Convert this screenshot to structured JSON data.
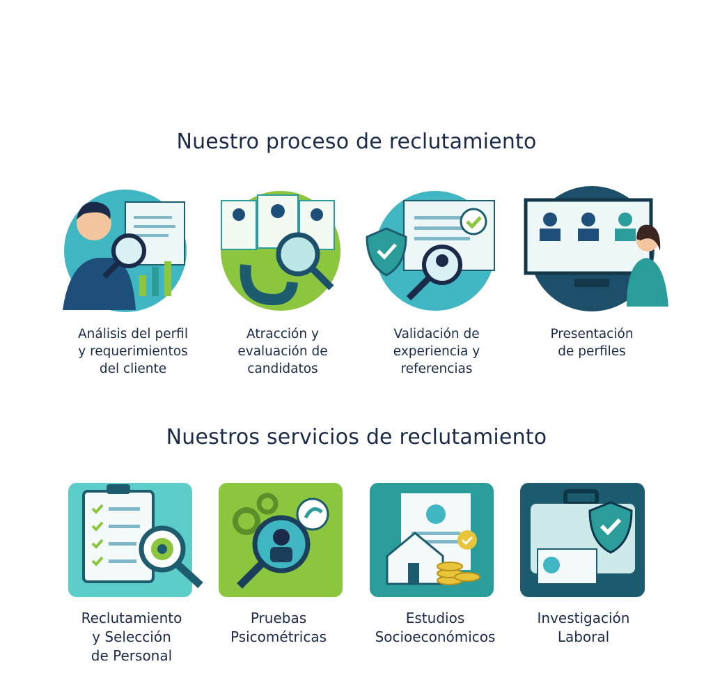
{
  "process": {
    "title": "Nuestro proceso de reclutamiento",
    "steps": [
      {
        "lines": [
          "Análisis del perfil",
          "y requerimientos",
          "del cliente"
        ],
        "icon": "analyst-magnifier-icon"
      },
      {
        "lines": [
          "Atracción y",
          "evaluación de",
          "candidatos"
        ],
        "icon": "magnet-candidates-icon"
      },
      {
        "lines": [
          "Validación de",
          "experiencia y",
          "referencias"
        ],
        "icon": "shield-validation-icon"
      },
      {
        "lines": [
          "Presentación",
          "de perfiles"
        ],
        "icon": "presentation-screen-icon"
      }
    ]
  },
  "services": {
    "title": "Nuestros servicios de reclutamiento",
    "items": [
      {
        "lines": [
          "Reclutamiento",
          "y Selección",
          "de Personal"
        ],
        "icon": "clipboard-target-icon"
      },
      {
        "lines": [
          "Pruebas",
          "Psicométricas"
        ],
        "icon": "psychometric-gears-icon"
      },
      {
        "lines": [
          "Estudios",
          "Socioeconómicos"
        ],
        "icon": "house-coins-icon"
      },
      {
        "lines": [
          "Investigación",
          "Laboral"
        ],
        "icon": "briefcase-shield-icon"
      }
    ]
  },
  "colors": {
    "navy": "#1b2a48",
    "teal": "#2a9d9a",
    "green": "#8cc63f",
    "dark_teal": "#1d5c6e"
  }
}
